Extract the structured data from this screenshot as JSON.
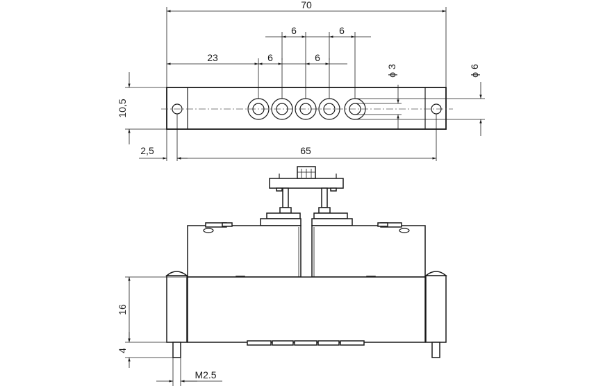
{
  "dimensions": {
    "overall_length": "70",
    "left_offset": "23",
    "pitch_a_1": "6",
    "pitch_a_2": "6",
    "pitch_b_1": "6",
    "pitch_b_2": "6",
    "small_hole_dia": "ϕ 3",
    "large_hole_dia": "ϕ 6",
    "height_plate": "10,5",
    "hole_offset": "2,5",
    "hole_spacing": "65",
    "body_height": "16",
    "pin_length": "4",
    "thread": "M2.5"
  }
}
